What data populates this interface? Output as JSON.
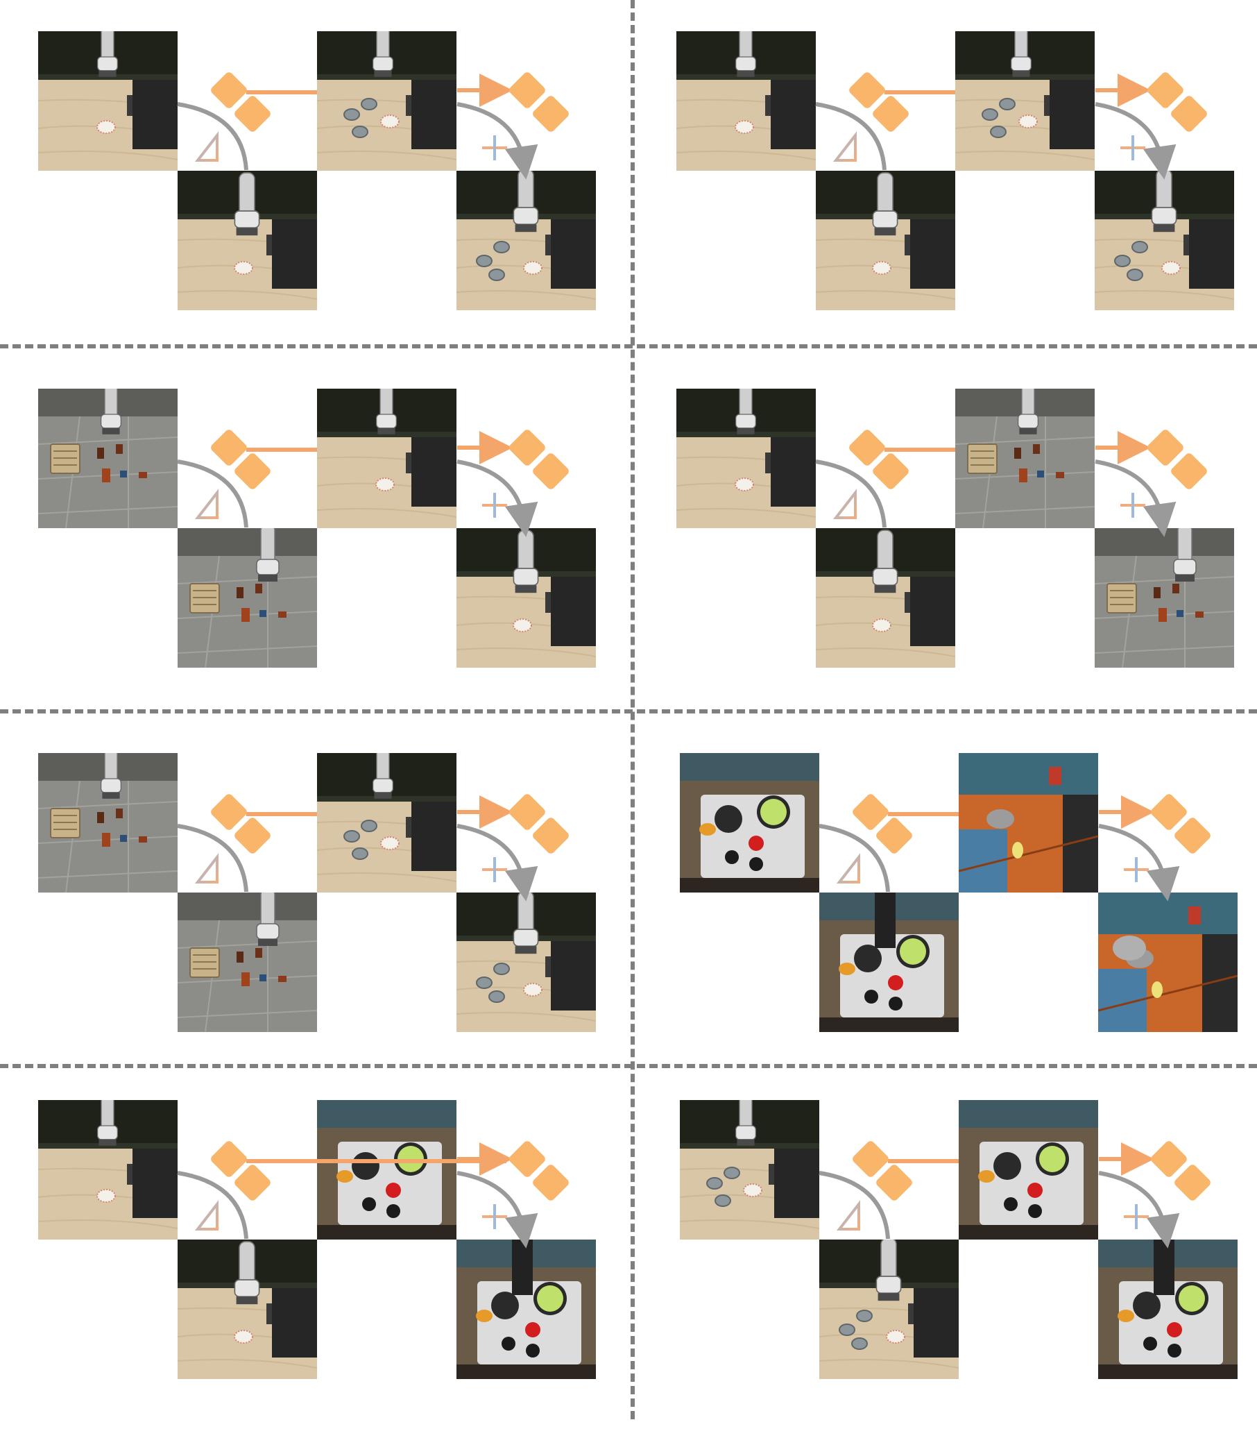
{
  "colors": {
    "accent_orange": "#F9B56A",
    "arrow_orange": "#F4A66A",
    "arrow_gray": "#9A9A9A",
    "separator": "#7F7F7F",
    "wood_floor": "#D8C6A6",
    "dark_cabinet": "#1E2218",
    "gray_floor": "#8C8C88",
    "real_counter": "#C9672B"
  },
  "icons": {
    "diamond": "orange-diamond-pair-icon",
    "triangle": "gradient-triangle-icon",
    "plus": "gradient-plus-icon"
  },
  "panels": [
    {
      "id": "r1-left",
      "scenes": [
        "wood-cabinet",
        "wood-arm",
        "wood-pans",
        "wood-pans-arm"
      ],
      "long_arrow": false
    },
    {
      "id": "r1-right",
      "scenes": [
        "wood-cabinet",
        "wood-arm",
        "wood-pans",
        "wood-pans-arm"
      ],
      "long_arrow": false
    },
    {
      "id": "r2-left",
      "scenes": [
        "gray-floor",
        "gray-floor-arm",
        "wood-cabinet",
        "wood-arm"
      ],
      "long_arrow": false
    },
    {
      "id": "r2-right",
      "scenes": [
        "wood-cabinet",
        "wood-arm",
        "gray-floor",
        "gray-floor-arm"
      ],
      "long_arrow": false
    },
    {
      "id": "r3-left",
      "scenes": [
        "gray-floor",
        "gray-floor-arm",
        "wood-pans",
        "wood-pans-arm"
      ],
      "long_arrow": false
    },
    {
      "id": "r3-right",
      "scenes": [
        "stove",
        "stove-close",
        "counter",
        "counter-close"
      ],
      "long_arrow": false
    },
    {
      "id": "r4-left",
      "scenes": [
        "wood-cabinet",
        "wood-arm",
        "stove",
        "stove-close"
      ],
      "long_arrow": true
    },
    {
      "id": "r4-right",
      "scenes": [
        "wood-pans",
        "wood-pans-arm",
        "stove",
        "stove-close"
      ],
      "long_arrow": false
    }
  ]
}
